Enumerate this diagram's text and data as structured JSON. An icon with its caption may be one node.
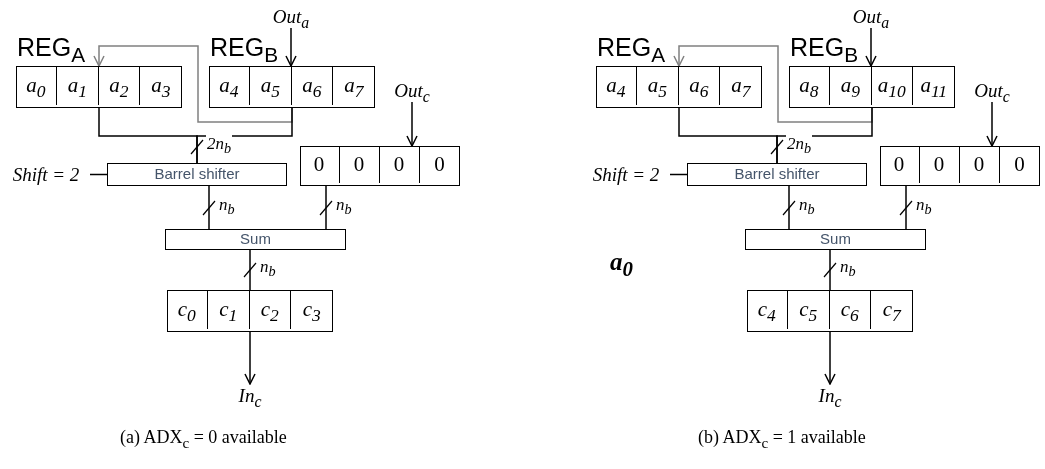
{
  "diagram": {
    "nodes": [
      {
        "text": [
          "REG$_{A}$"
        ]
      },
      {
        "text": [
          "a$_{0}$"
        ],
        "in": 0
      },
      {
        "text": [
          "a$_{1}$"
        ],
        "in": 0
      },
      {
        "text": [
          "a$_{2}$"
        ],
        "in": 0
      },
      {
        "text": [
          "a$_{3}$"
        ],
        "in": 0
      },
      {
        "text": [
          "Out$_{a}$"
        ]
      },
      {
        "text": [
          "REG$_{B}$"
        ]
      },
      {
        "text": [
          "a$_{4}$"
        ],
        "in": 6
      },
      {
        "text": [
          "a$_{5}$"
        ],
        "in": 6
      },
      {
        "text": [
          "a$_{6}$"
        ],
        "in": 6
      },
      {
        "text": [
          "a$_{7}$"
        ],
        "in": 6
      },
      {
        "text": [
          "Out$_{c}$"
        ]
      },
      {
        "text": [
          "Shift = 2"
        ]
      },
      {
        "text": [
          "Barrel shifter"
        ]
      },
      {
        "text": [],
        "shape": "box"
      },
      {
        "text": [
          "0"
        ],
        "in": 14
      },
      {
        "text": [
          "0"
        ],
        "in": 14
      },
      {
        "text": [
          "0"
        ],
        "in": 14
      },
      {
        "text": [
          "0"
        ],
        "in": 14
      },
      {
        "text": [
          "Sum"
        ]
      },
      {
        "text": [],
        "shape": "box"
      },
      {
        "text": [
          "c$_{0}$"
        ],
        "in": 20
      },
      {
        "text": [
          "c$_{1}$"
        ],
        "in": 20
      },
      {
        "text": [
          "c$_{2}$"
        ],
        "in": 20
      },
      {
        "text": [
          "c$_{3}$"
        ],
        "in": 20
      },
      {
        "text": [
          "In$_{c}$"
        ]
      },
      {
        "text": [
          "REG$_{A}$"
        ]
      },
      {
        "text": [
          "a$_{4}$"
        ],
        "in": 26
      },
      {
        "text": [
          "a$_{5}$"
        ],
        "in": 26
      },
      {
        "text": [
          "a$_{6}$"
        ],
        "in": 26
      },
      {
        "text": [
          "a$_{7}$"
        ],
        "in": 26
      },
      {
        "text": [
          "Out$_{a}$"
        ]
      },
      {
        "text": [
          "REG$_{B}$"
        ]
      },
      {
        "text": [
          "a$_{8}$"
        ],
        "in": 32
      },
      {
        "text": [
          "a$_{9}$"
        ],
        "in": 32
      },
      {
        "text": [
          "a$_{10}$"
        ],
        "in": 32
      },
      {
        "text": [
          "a$_{11}$"
        ],
        "in": 32
      },
      {
        "text": [
          "Out$_{c}$"
        ]
      },
      {
        "text": [
          "Shift = 2"
        ]
      },
      {
        "text": [
          "Barrel shifter"
        ]
      },
      {
        "text": [],
        "shape": "box"
      },
      {
        "text": [
          "0"
        ],
        "in": 40
      },
      {
        "text": [
          "0"
        ],
        "in": 40
      },
      {
        "text": [
          "0"
        ],
        "in": 40
      },
      {
        "text": [
          "0"
        ],
        "in": 40
      },
      {
        "text": [
          "Sum"
        ]
      },
      {
        "text": [],
        "shape": "box"
      },
      {
        "text": [
          "c$_{4}$"
        ],
        "in": 46
      },
      {
        "text": [
          "c$_{5}$"
        ],
        "in": 46
      },
      {
        "text": [
          "c$_{6}$"
        ],
        "in": 46
      },
      {
        "text": [
          "c$_{7}$"
        ],
        "in": 46
      },
      {
        "text": [
          "In$_{c}$"
        ]
      }
    ],
    "edges": [
      {
        "from": 5,
        "to": 6,
        "arrow": "to"
      },
      {
        "from": 6,
        "to": 0,
        "arrow": "to",
        "color": "#808080"
      },
      {
        "from": 0,
        "to": 13,
        "arrow": "none",
        "label": "2n$_{b}$"
      },
      {
        "from": 6,
        "to": 13,
        "arrow": "none"
      },
      {
        "from": 12,
        "to": 13,
        "arrow": "none"
      },
      {
        "from": 11,
        "to": 14,
        "arrow": "to"
      },
      {
        "from": 13,
        "to": 19,
        "arrow": "none",
        "label": "n$_{b}$"
      },
      {
        "from": 14,
        "to": 19,
        "arrow": "none",
        "label": "n$_{b}$"
      },
      {
        "from": 19,
        "to": 20,
        "arrow": "none",
        "label": "n$_{b}$"
      },
      {
        "from": 20,
        "to": 25,
        "arrow": "to"
      },
      {
        "from": 31,
        "to": 32,
        "arrow": "to"
      },
      {
        "from": 32,
        "to": 26,
        "arrow": "to",
        "color": "#808080"
      },
      {
        "from": 26,
        "to": 39,
        "arrow": "none",
        "label": "2n$_{b}$"
      },
      {
        "from": 32,
        "to": 39,
        "arrow": "none"
      },
      {
        "from": 38,
        "to": 39,
        "arrow": "none"
      },
      {
        "from": 37,
        "to": 40,
        "arrow": "to"
      },
      {
        "from": 39,
        "to": 45,
        "arrow": "none",
        "label": "n$_{b}$"
      },
      {
        "from": 40,
        "to": 45,
        "arrow": "none",
        "label": "n$_{b}$"
      },
      {
        "from": 45,
        "to": 46,
        "arrow": "none",
        "label": "n$_{b}$"
      },
      {
        "from": 46,
        "to": 51,
        "arrow": "to"
      }
    ],
    "labels": [
      "a$_{0}$",
      "(a) ADX$_{c}$ = 0 available",
      "(b) ADX$_{c}$ = 1 available"
    ]
  }
}
